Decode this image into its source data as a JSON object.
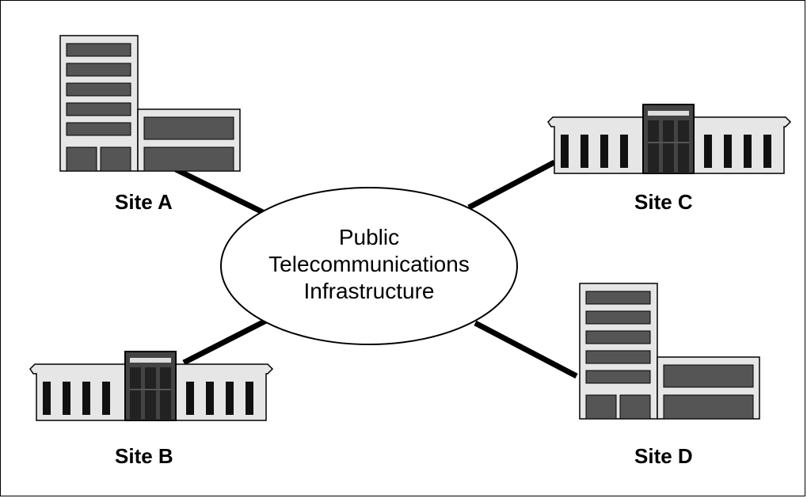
{
  "diagram": {
    "hub_label_lines": [
      "Public",
      "Telecommunications",
      "Infrastructure"
    ],
    "sites": [
      {
        "label": "Site A",
        "building": "office-tower"
      },
      {
        "label": "Site B",
        "building": "campus-hall"
      },
      {
        "label": "Site C",
        "building": "campus-hall"
      },
      {
        "label": "Site D",
        "building": "office-tower"
      }
    ],
    "colors": {
      "link": "#000000",
      "building_fill": "#e6e6e6",
      "window_fill": "#555555",
      "door_fill": "#333333",
      "outline": "#000000"
    }
  }
}
